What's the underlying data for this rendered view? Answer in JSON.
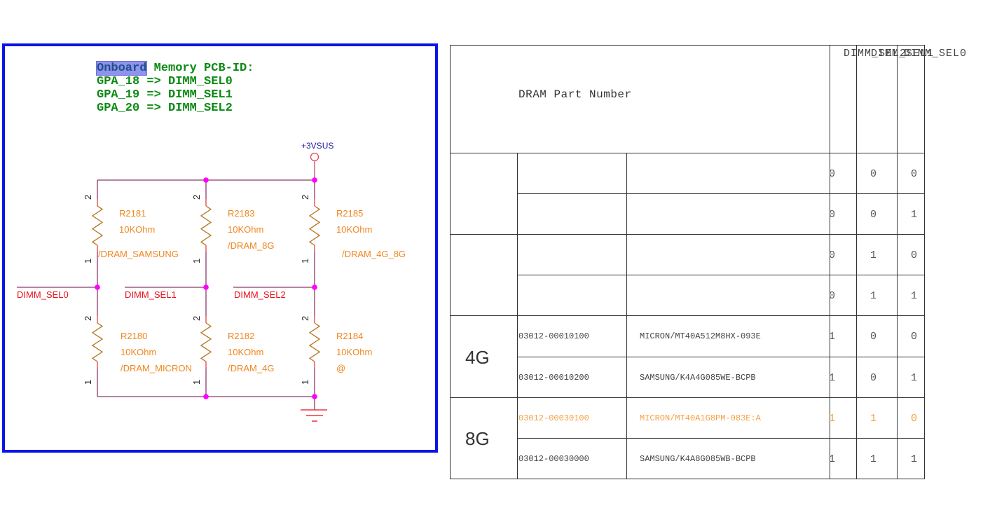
{
  "schematic": {
    "note": {
      "highlighted_word": "Onboard",
      "line1_rest": " Memory PCB-ID:",
      "lines": [
        "GPA_18 => DIMM_SEL0",
        "GPA_19 => DIMM_SEL1",
        "GPA_20 => DIMM_SEL2"
      ]
    },
    "power_net": "+3VSUS",
    "nets": [
      "DIMM_SEL0",
      "DIMM_SEL1",
      "DIMM_SEL2"
    ],
    "resistors_top": [
      {
        "ref": "R2181",
        "value": "10KOhm",
        "option": "/DRAM_SAMSUNG",
        "pin_top": "2",
        "pin_bottom": "1"
      },
      {
        "ref": "R2183",
        "value": "10KOhm",
        "option": "/DRAM_8G",
        "pin_top": "2",
        "pin_bottom": "1"
      },
      {
        "ref": "R2185",
        "value": "10KOhm",
        "option": "/DRAM_4G_8G",
        "pin_top": "2",
        "pin_bottom": "1"
      }
    ],
    "resistors_bottom": [
      {
        "ref": "R2180",
        "value": "10KOhm",
        "option": "/DRAM_MICRON",
        "pin_top": "2",
        "pin_bottom": "1"
      },
      {
        "ref": "R2182",
        "value": "10KOhm",
        "option": "/DRAM_4G",
        "pin_top": "2",
        "pin_bottom": "1"
      },
      {
        "ref": "R2184",
        "value": "10KOhm",
        "option": "@",
        "pin_top": "2",
        "pin_bottom": "1"
      }
    ],
    "colors": {
      "frame": "#0a14e6",
      "note": "#0a8a12",
      "wire": "#8b3a6b",
      "junction": "#ff00ff",
      "component": "#f0861e",
      "net_label": "#e8101a",
      "power_label": "#1a1aa0"
    }
  },
  "table": {
    "header": {
      "title": "DRAM Part Number",
      "sel_columns": [
        "DIMM_SEL2",
        "DIMM_SEL1",
        "DIMM_SEL0"
      ]
    },
    "groups": [
      {
        "size": "",
        "rows": [
          {
            "part_number": "",
            "vendor_part": "",
            "bits": [
              "0",
              "0",
              "0"
            ],
            "highlight": false
          },
          {
            "part_number": "",
            "vendor_part": "",
            "bits": [
              "0",
              "0",
              "1"
            ],
            "highlight": false
          }
        ]
      },
      {
        "size": "",
        "rows": [
          {
            "part_number": "",
            "vendor_part": "",
            "bits": [
              "0",
              "1",
              "0"
            ],
            "highlight": false
          },
          {
            "part_number": "",
            "vendor_part": "",
            "bits": [
              "0",
              "1",
              "1"
            ],
            "highlight": false
          }
        ]
      },
      {
        "size": "4G",
        "rows": [
          {
            "part_number": "03012-00010100",
            "vendor_part": "MICRON/MT40A512M8HX-093E",
            "bits": [
              "1",
              "0",
              "0"
            ],
            "highlight": false
          },
          {
            "part_number": "03012-00010200",
            "vendor_part": "SAMSUNG/K4A4G085WE-BCPB",
            "bits": [
              "1",
              "0",
              "1"
            ],
            "highlight": false
          }
        ]
      },
      {
        "size": "8G",
        "rows": [
          {
            "part_number": "03012-00030100",
            "vendor_part": "MICRON/MT40A1G8PM-083E:A",
            "bits": [
              "1",
              "1",
              "0"
            ],
            "highlight": true
          },
          {
            "part_number": "03012-00030000",
            "vendor_part": "SAMSUNG/K4A8G085WB-BCPB",
            "bits": [
              "1",
              "1",
              "1"
            ],
            "highlight": false
          }
        ]
      }
    ],
    "highlight_color": "#f5a043"
  }
}
